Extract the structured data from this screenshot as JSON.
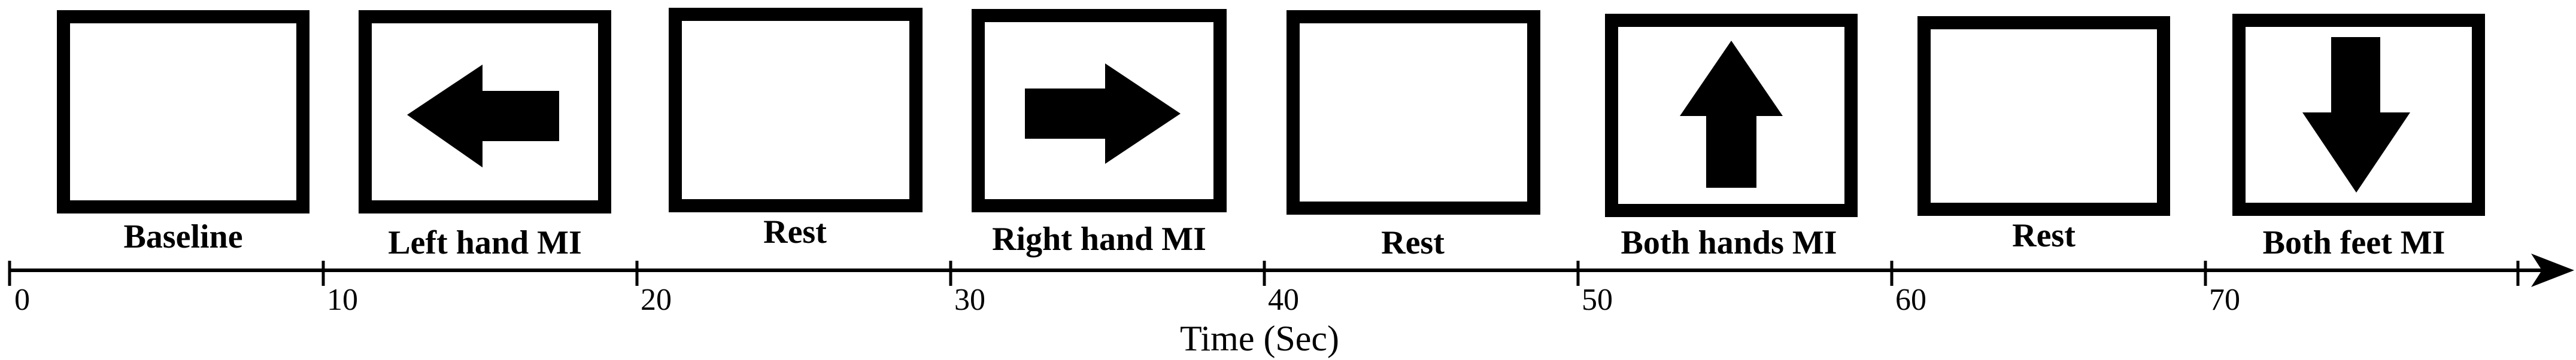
{
  "panels": [
    {
      "label": "Baseline",
      "cue": "blank"
    },
    {
      "label": "Left hand MI",
      "cue": "left-arrow-icon"
    },
    {
      "label": "Rest",
      "cue": "blank"
    },
    {
      "label": "Right hand MI",
      "cue": "right-arrow-icon"
    },
    {
      "label": "Rest",
      "cue": "blank"
    },
    {
      "label": "Both hands MI",
      "cue": "up-arrow-icon"
    },
    {
      "label": "Rest",
      "cue": "blank"
    },
    {
      "label": "Both feet MI",
      "cue": "down-arrow-icon"
    }
  ],
  "timeline": {
    "ticks": [
      "0",
      "10",
      "20",
      "30",
      "40",
      "50",
      "60",
      "70"
    ],
    "axis_label": "Time (Sec)"
  },
  "colors": {
    "stroke": "#000000",
    "background": "#ffffff"
  }
}
